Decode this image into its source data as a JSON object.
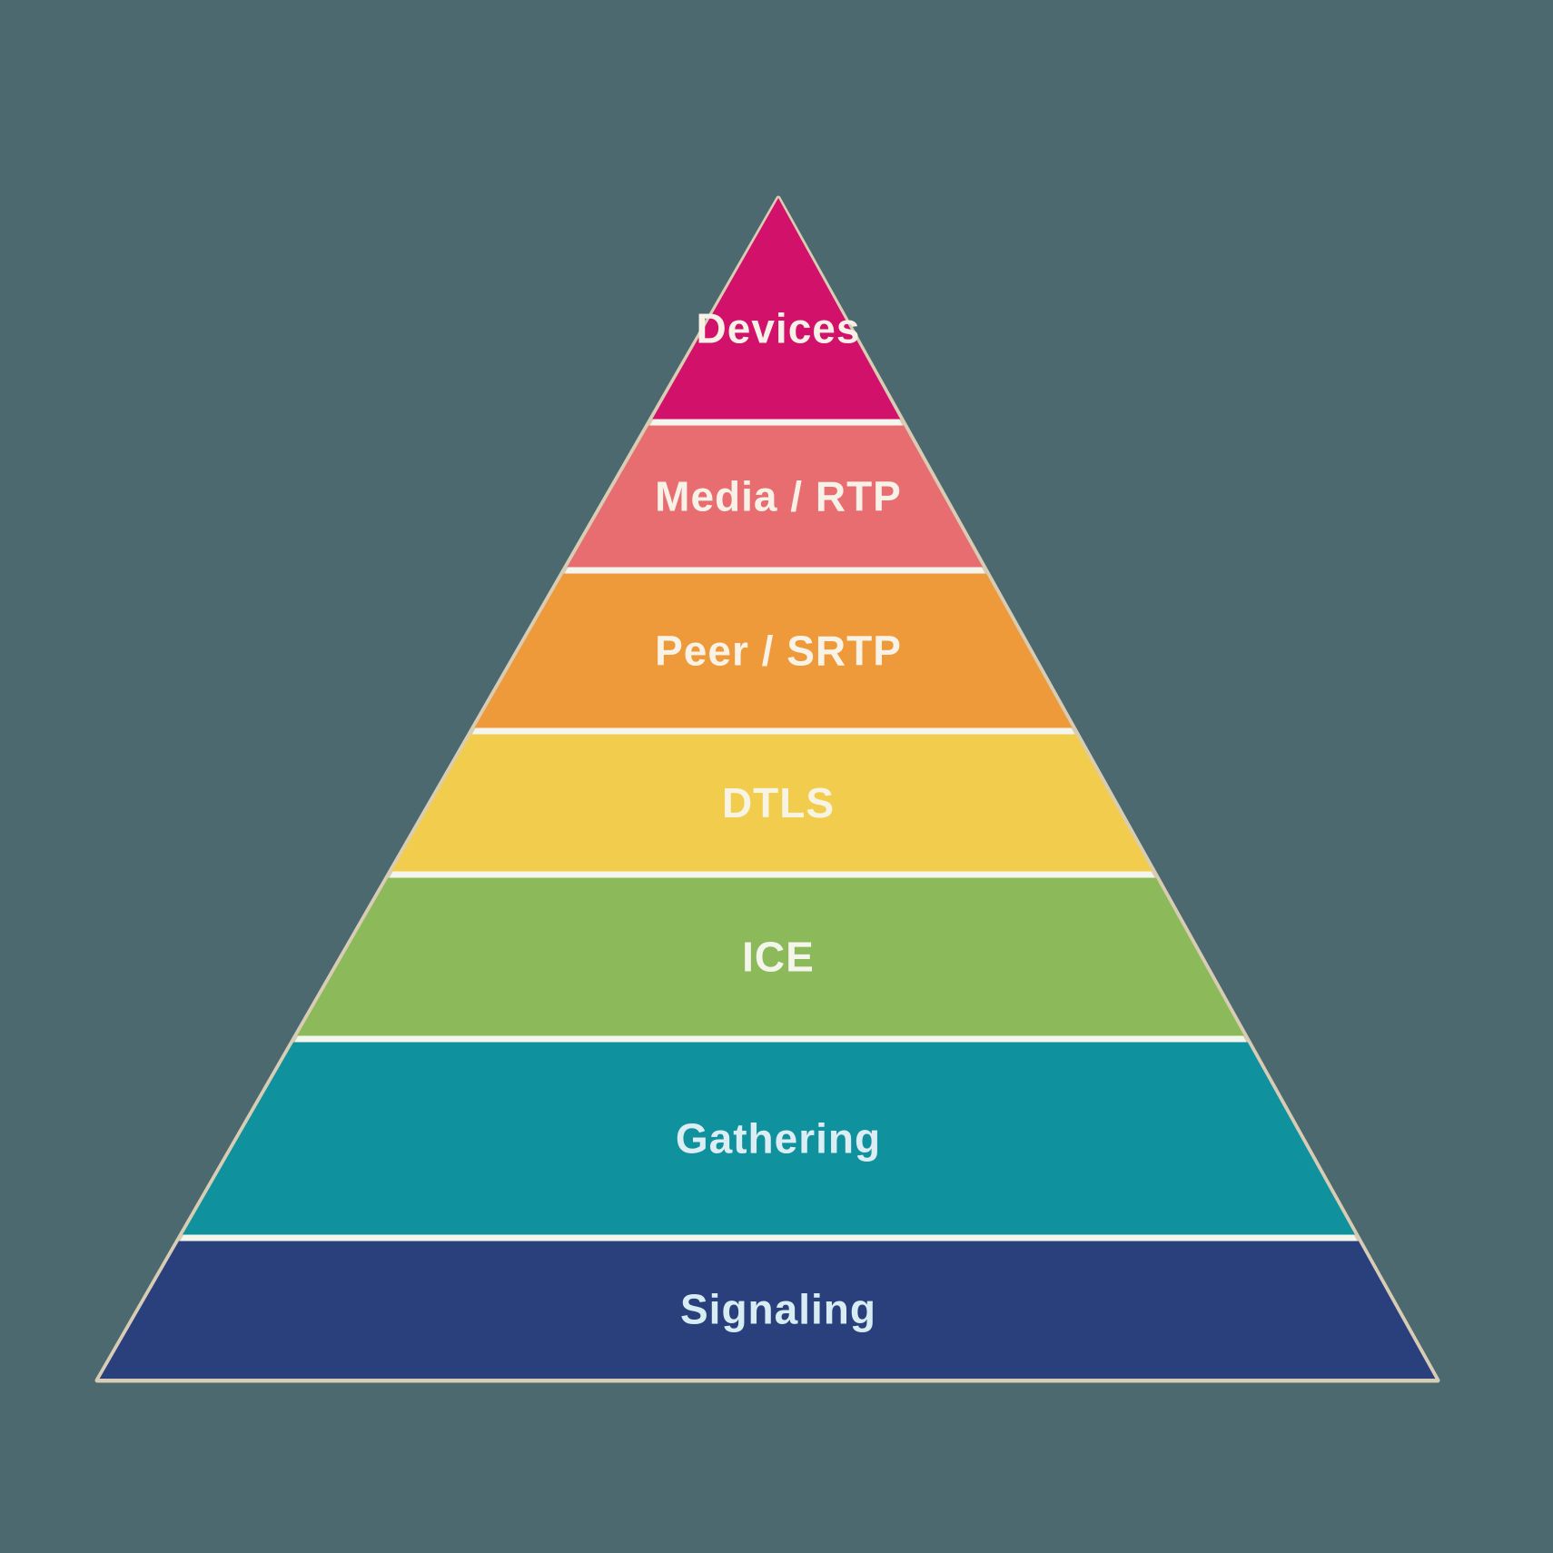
{
  "background_color": "#4c6970",
  "pyramid": {
    "edge_color": "#d8cdb4",
    "separator_color": "#f4f6ee",
    "layers": [
      {
        "label": "Devices",
        "color": "#d2116b",
        "label_color": "#f7f1e7"
      },
      {
        "label": "Media / RTP",
        "color": "#e76d70",
        "label_color": "#f7f1e7"
      },
      {
        "label": "Peer / SRTP",
        "color": "#ee9a3b",
        "label_color": "#f8f3e6"
      },
      {
        "label": "DTLS",
        "color": "#f2cd4d",
        "label_color": "#f8f4e4"
      },
      {
        "label": "ICE",
        "color": "#8cba5b",
        "label_color": "#f4f6ec"
      },
      {
        "label": "Gathering",
        "color": "#0f929e",
        "label_color": "#dcedf4"
      },
      {
        "label": "Signaling",
        "color": "#2a407c",
        "label_color": "#d8ecf4"
      }
    ]
  },
  "chart_data": {
    "type": "pyramid",
    "title": "",
    "levels_top_to_bottom": [
      "Devices",
      "Media / RTP",
      "Peer / SRTP",
      "DTLS",
      "ICE",
      "Gathering",
      "Signaling"
    ],
    "layout_hint": "single centered triangle divided into 7 horizontal color bands, apex at top, labels centered in each band"
  }
}
